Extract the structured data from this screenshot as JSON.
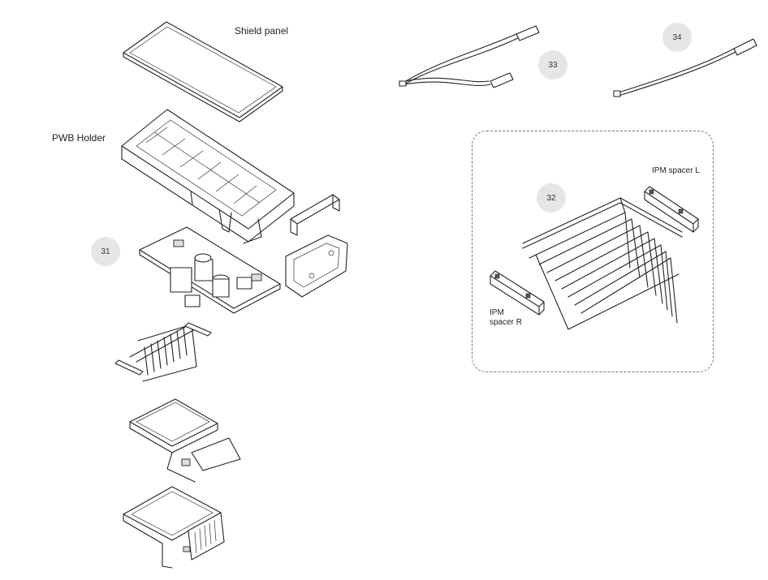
{
  "labels": {
    "shield_panel": "Shield panel",
    "pwb_holder": "PWB Holder",
    "ipm_spacer_l": "IPM spacer L",
    "ipm_spacer_r_line1": "IPM",
    "ipm_spacer_r_line2": "spacer R"
  },
  "callouts": {
    "c31": "31",
    "c32": "32",
    "c33": "33",
    "c34": "34"
  },
  "colors": {
    "line": "#222222",
    "callout_fill": "#e6e6e6",
    "dashed_border": "#777777"
  }
}
